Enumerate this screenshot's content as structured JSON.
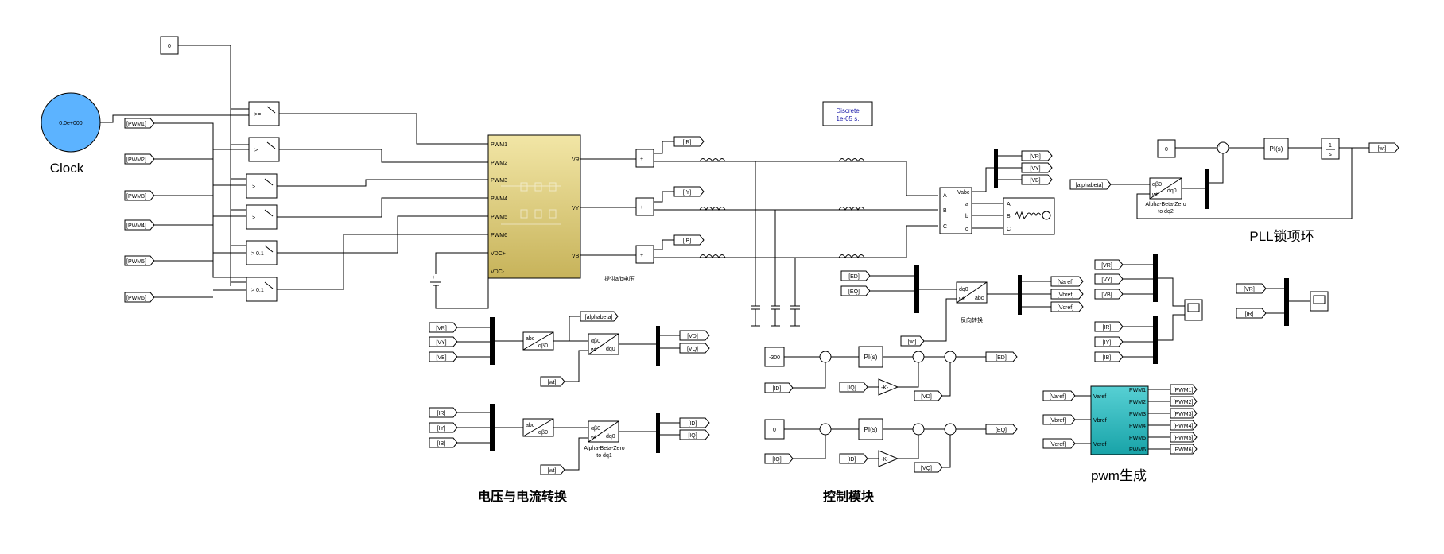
{
  "clock": {
    "display": "0.0e+000",
    "label": "Clock"
  },
  "const_top": "0",
  "switch_labels": [
    ">=",
    ">",
    ">",
    ">",
    "> 0.1",
    "> 0.1"
  ],
  "pwm_from_tags": [
    "[PWM1]",
    "[PWM2]",
    "[PWM3]",
    "[PWM4]",
    "[PWM5]",
    "[PWM6]"
  ],
  "inverter": {
    "ports_in": [
      "PWM1",
      "PWM2",
      "PWM3",
      "PWM4",
      "PWM5",
      "PWM6",
      "VDC+",
      "VDC-"
    ],
    "ports_out": [
      "VR",
      "VY",
      "VB"
    ]
  },
  "current_tags": [
    "[IR]",
    "[IY]",
    "[IB]"
  ],
  "powergui": {
    "line1": "Discrete",
    "line2": "1e-05 s."
  },
  "phase_note": "提供a/b电压",
  "vi_meas": {
    "ports_in": [
      "A",
      "B",
      "C"
    ],
    "port_out": "Vabc",
    "ports_right": [
      "a",
      "b",
      "c"
    ]
  },
  "load_ports": [
    "A",
    "B",
    "C"
  ],
  "v_goto_tags": [
    "[VR]",
    "[VY]",
    "[VB]"
  ],
  "pll": {
    "const": "0",
    "pi": "PI(s)",
    "int_num": "1",
    "int_den": "s",
    "out_tag": "[wt]",
    "in_tag": "[alphabeta]",
    "transform_left": "αβ0",
    "transform_mid": "wt",
    "transform_right": "dq0",
    "transform_label1": "Alpha-Beta-Zero",
    "transform_label2": "to dq2",
    "caption": "PLL锁项环"
  },
  "inv_transform": {
    "in_tags": [
      "[ED]",
      "[EQ]",
      "[wt]"
    ],
    "block_dq": "dq0",
    "block_wt": "wt",
    "block_abc": "abc",
    "out_tags": [
      "[Varef]",
      "[Vbref]",
      "[Vcref]"
    ],
    "label": "反向转换"
  },
  "scopes": {
    "group1_v": [
      "[VR]",
      "[VY]",
      "[VB]"
    ],
    "group1_i": [
      "[IR]",
      "[IY]",
      "[IB]"
    ],
    "group2": [
      "[VR]",
      "[IR]"
    ]
  },
  "conv_v": {
    "in_tags": [
      "[VR]",
      "[VY]",
      "[VB]"
    ],
    "abc": "abc",
    "ab0": "αβ0",
    "t_in": "αβ0",
    "t_wt": "wt",
    "t_out": "dq0",
    "alpha_tag": "[alphabeta]",
    "wt_tag": "[wt]",
    "out_tags": [
      "[VD]",
      "[VQ]"
    ]
  },
  "conv_i": {
    "in_tags": [
      "[IR]",
      "[IY]",
      "[IB]"
    ],
    "abc": "abc",
    "ab0": "αβ0",
    "t_in": "αβ0",
    "t_wt": "wt",
    "t_out": "dq0",
    "label1": "Alpha-Beta-Zero",
    "label2": "to dq1",
    "wt_tag": "[wt]",
    "out_tags": [
      "[ID]",
      "[IQ]"
    ]
  },
  "conv_caption": "电压与电流转换",
  "ctrl": {
    "const1": "-300",
    "const2": "0",
    "pi": "PI(s)",
    "gain": "-K-",
    "tags_row1": [
      "[ID]",
      "[IQ]",
      "[VD]",
      "[ED]"
    ],
    "tags_row2": [
      "[IQ]",
      "[ID]",
      "[VQ]",
      "[EQ]"
    ],
    "caption": "控制模块"
  },
  "pwm_gen": {
    "in_tags": [
      "[Varef]",
      "[Vbref]",
      "[Vcref]"
    ],
    "ports_in": [
      "Varef",
      "Vbref",
      "Vcref"
    ],
    "ports_out": [
      "PWM1",
      "PWM2",
      "PWM3",
      "PWM4",
      "PWM5",
      "PWM6"
    ],
    "out_tags": [
      "[PWM1]",
      "[PWM2]",
      "[PWM3]",
      "[PWM4]",
      "[PWM5]",
      "[PWM6]"
    ],
    "caption": "pwm生成"
  }
}
